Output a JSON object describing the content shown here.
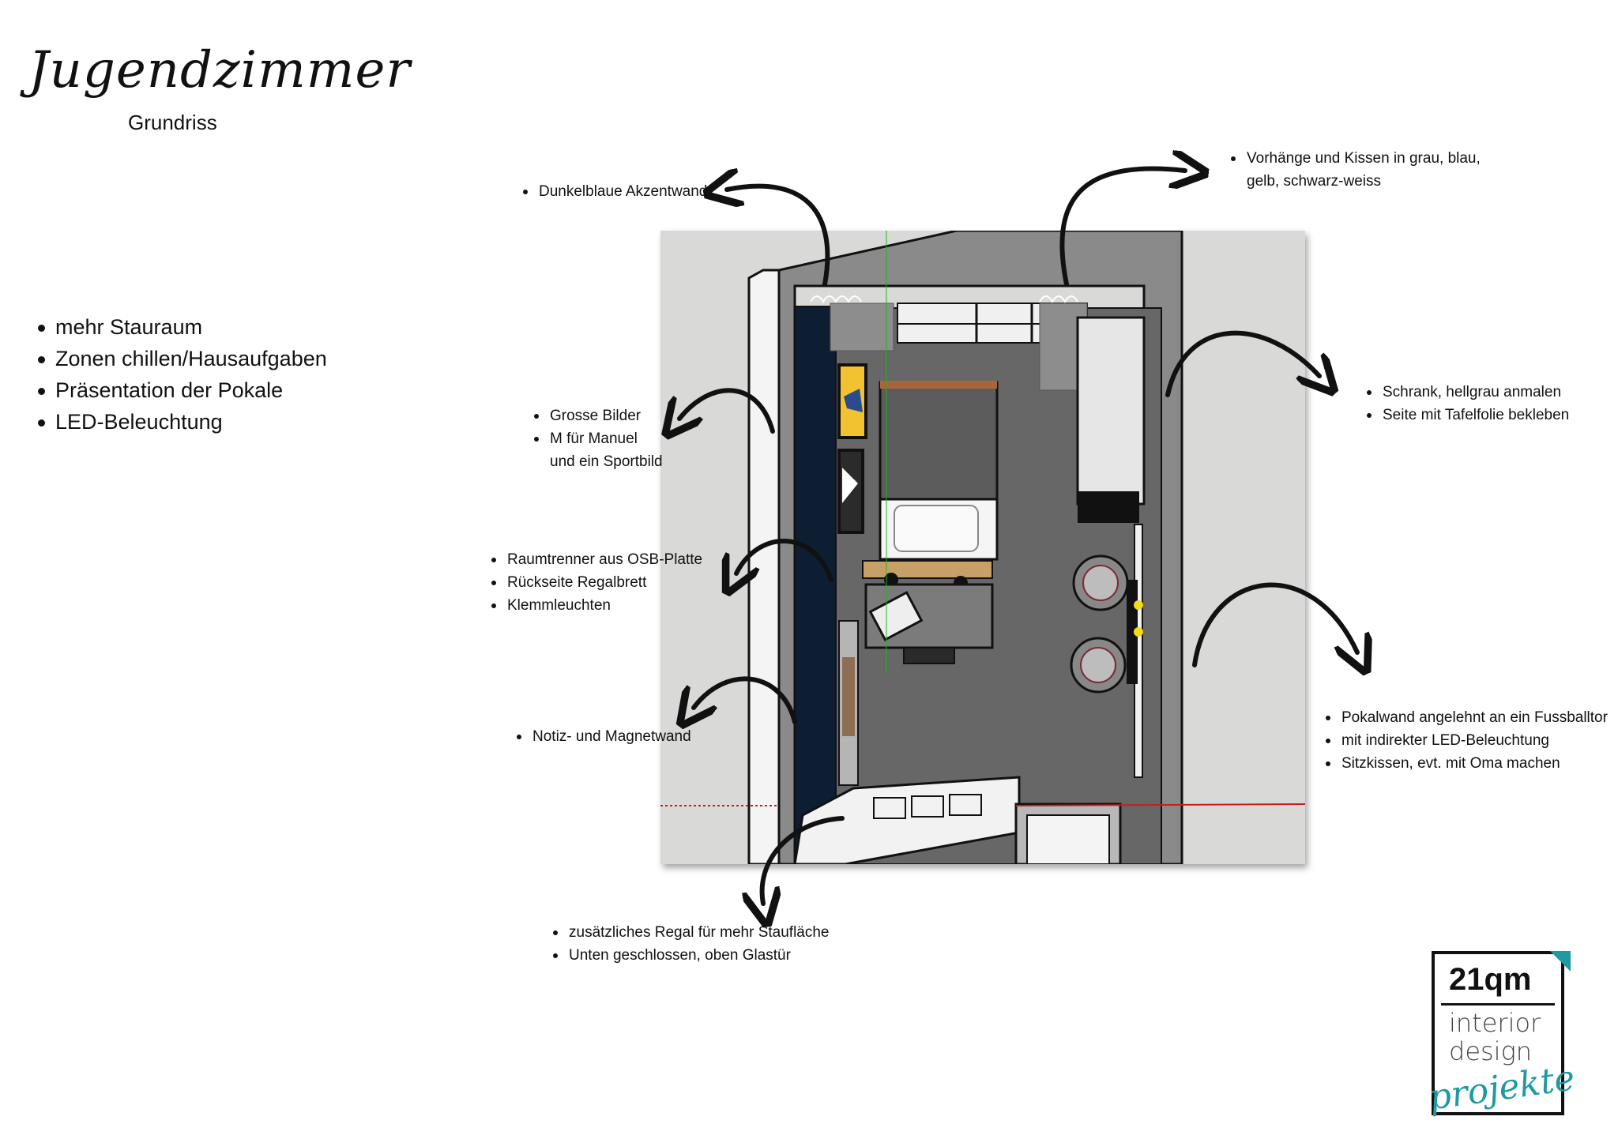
{
  "header": {
    "title": "Jugendzimmer",
    "subtitle": "Grundriss"
  },
  "goals": [
    "mehr Stauraum",
    "Zonen chillen/Hausaufgaben",
    "Präsentation der Pokale",
    "LED-Beleuchtung"
  ],
  "annotations": {
    "accent_wall": [
      "Dunkelblaue Akzentwand"
    ],
    "curtains": [
      "Vorhänge und Kissen in grau, blau,",
      "gelb, schwarz-weiss"
    ],
    "pictures": [
      "Grosse Bilder",
      "M für Manuel",
      "und ein Sportbild"
    ],
    "wardrobe": [
      "Schrank, hellgrau anmalen",
      "Seite mit Tafelfolie bekleben"
    ],
    "divider": [
      "Raumtrenner aus OSB-Platte",
      "Rückseite Regalbrett",
      "Klemmleuchten"
    ],
    "notice_wall": [
      "Notiz- und Magnetwand"
    ],
    "trophy_wall": [
      "Pokalwand angelehnt an ein Fussballtor",
      "mit indirekter LED-Beleuchtung",
      "Sitzkissen, evt. mit Oma machen"
    ],
    "shelf": [
      "zusätzliches Regal für mehr Staufläche",
      "Unten geschlossen, oben Glastür"
    ]
  },
  "logo": {
    "brand": "21qm",
    "line1": "interior",
    "line2": "design",
    "script": "projekte"
  },
  "colors": {
    "accent_wall": "#0d1e33",
    "floor": "#666666",
    "walls": "#8a8a8a",
    "background": "#d9d9d7",
    "logo_teal": "#1f9aa1",
    "led": "#f2dc1a"
  }
}
